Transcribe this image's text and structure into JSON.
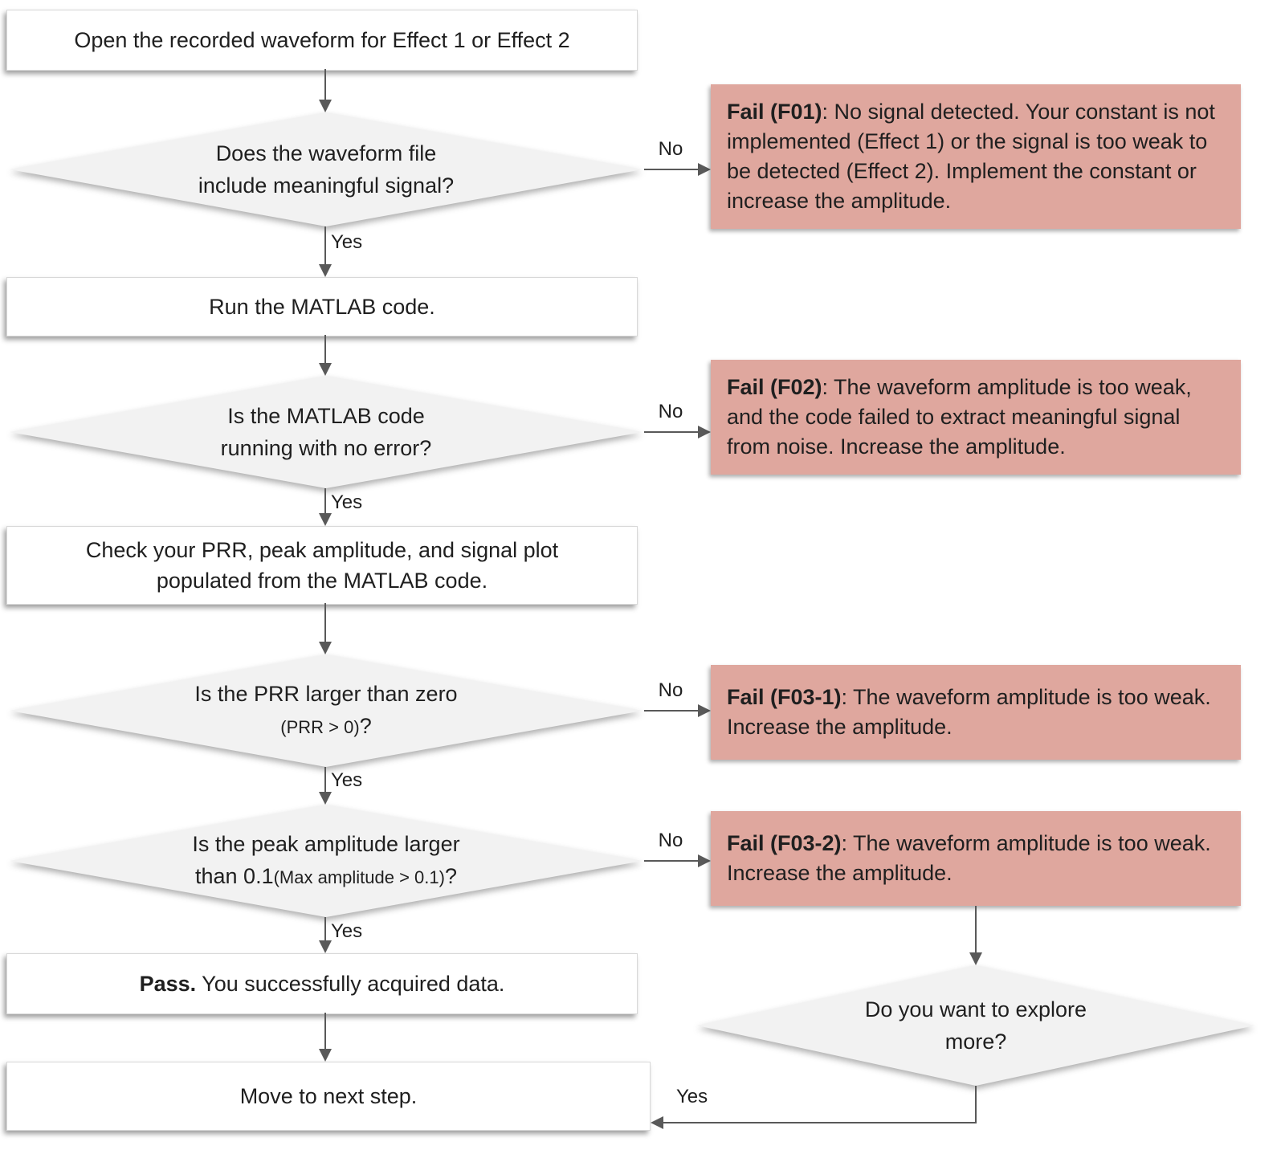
{
  "flow": {
    "start": "Open the recorded waveform for Effect 1 or Effect 2",
    "d1": {
      "l1": "Does the waveform file",
      "l2": "include meaningful signal?"
    },
    "run": "Run the MATLAB code.",
    "d2": {
      "l1": "Is the MATLAB code",
      "l2": "running with no error?"
    },
    "check": {
      "l1": "Check your PRR, peak amplitude, and signal plot",
      "l2": "populated from the MATLAB code."
    },
    "d3": {
      "l1": "Is the PRR  larger than zero",
      "l2_small": "(PRR > 0)",
      "l2_big": "?"
    },
    "d4": {
      "l1": "Is the peak amplitude larger",
      "l2_big": "than 0.1",
      "l2_small": "(Max amplitude > 0.1)",
      "l2_end": "?"
    },
    "pass": {
      "bold": "Pass.",
      "rest": " You successfully acquired data."
    },
    "move": "Move to next step.",
    "d5": {
      "l1": "Do you want to explore",
      "l2": "more?"
    }
  },
  "fails": {
    "f01": {
      "bold": "Fail (F01)",
      "rest": ": No signal detected. Your constant is not implemented (Effect 1) or the signal is too weak to be detected (Effect 2). Implement the constant or increase the amplitude."
    },
    "f02": {
      "bold": "Fail (F02)",
      "rest": ": The waveform amplitude is too weak, and the code failed to extract meaningful signal from noise. Increase the amplitude."
    },
    "f031": {
      "bold": "Fail (F03-1)",
      "rest": ": The waveform amplitude is too weak. Increase the amplitude."
    },
    "f032": {
      "bold": "Fail (F03-2)",
      "rest": ": The waveform amplitude is too weak. Increase the amplitude."
    }
  },
  "labels": {
    "yes": "Yes",
    "no": "No"
  },
  "colors": {
    "fail_bg": "#dfa79e",
    "diamond_bg": "#f2f2f2",
    "arrow": "#595959",
    "text": "#1f1f1f"
  }
}
